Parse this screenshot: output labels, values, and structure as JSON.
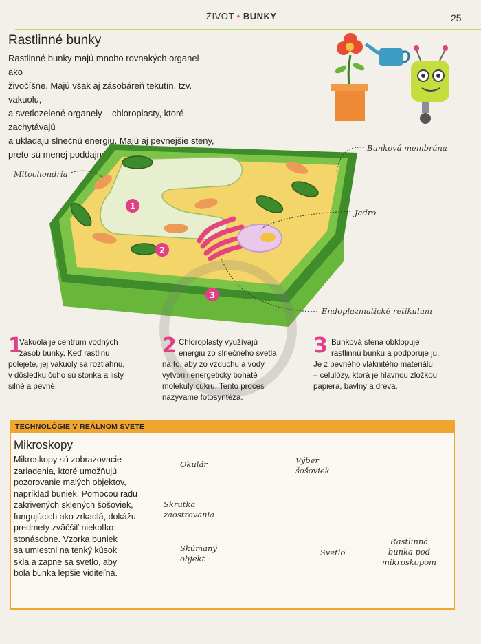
{
  "header": {
    "section_prefix": "ŽIVOT",
    "bullet": "•",
    "section_name": "BUNKY",
    "page_number": "25"
  },
  "article": {
    "title": "Rastlinné bunky",
    "intro_lines": [
      "Rastlinné bunky majú mnoho rovnakých organel ako",
      "živočíšne. Majú však aj zásobáreň tekutín, tzv. vakuolu,",
      "a svetlozelené organely – chloroplasty, ktoré zachytávajú",
      "a ukladajú slnečnú energiu. Majú aj pevnejšie steny,",
      "preto sú menej poddajné ako živočíšne bunky."
    ]
  },
  "diagram_labels": {
    "mitochondria": "Mitochondria",
    "membrane": "Bunková membrána",
    "nucleus": "Jadro",
    "er": "Endoplazmatické retikulum",
    "badge1": "1",
    "badge2": "2",
    "badge3": "3"
  },
  "numbered": [
    {
      "num": "1",
      "lines": [
        "Vakuola je centrum vodných",
        "zásob bunky. Keď rastlinu",
        "polejete, jej vakuoly sa roztiahnu,",
        "v dôsledku čoho sú stonka a listy",
        "silné a pevné."
      ]
    },
    {
      "num": "2",
      "lines": [
        "Chloroplasty využívajú",
        "energiu zo slnečného svetla",
        "na to, aby zo vzduchu a vody",
        "vytvorili energeticky bohaté",
        "molekuly cukru. Tento proces",
        "nazývame fotosyntéza."
      ]
    },
    {
      "num": "3",
      "lines": [
        "Bunková stena obklopuje",
        "rastlinnú bunku a podporuje ju.",
        "Je z pevného vláknitého materiálu",
        "– celulózy, ktorá je hlavnou zložkou",
        "papiera, bavlny a dreva."
      ]
    }
  ],
  "box": {
    "header": "TECHNOLÓGIE V REÁLNOM SVETE",
    "title": "Mikroskopy",
    "lines": [
      "Mikroskopy sú zobrazovacie",
      "zariadenia, ktoré umožňujú",
      "pozorovanie malých objektov,",
      "napríklad buniek. Pomocou radu",
      "zakrivených sklených šošoviek,",
      "fungujúcich ako zrkadlá, dokážu",
      "predmety zväčšiť niekoľko",
      "stonásobne. Vzorka buniek",
      "sa umiestni na tenký kúsok",
      "skla a zapne sa svetlo, aby",
      "bola bunka lepšie viditeľná."
    ],
    "labels": {
      "eyepiece": "Okulár",
      "lens_select_1": "Výber",
      "lens_select_2": "šošoviek",
      "focus_1": "Skrutka",
      "focus_2": "zaostrovania",
      "object_1": "Skúmaný",
      "object_2": "objekt",
      "light": "Svetlo",
      "cell_1": "Rastlinná",
      "cell_2": "bunka pod",
      "cell_3": "mikroskopom"
    }
  },
  "colors": {
    "accent": "#e13f86",
    "orange": "#f0a52f",
    "green": "#7bbf3a",
    "wall": "#5fae35",
    "cytoplasm": "#f4d56a"
  }
}
